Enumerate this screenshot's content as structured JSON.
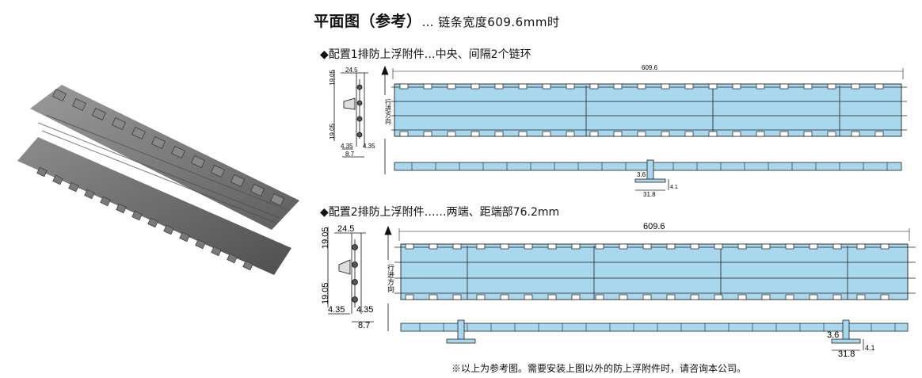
{
  "title": {
    "main": "平面图（参考）",
    "sub": "… 链条宽度609.6mm时"
  },
  "config1": {
    "label": "◆配置1排防上浮附件…中央、间隔2个链环",
    "total_width": "609.6",
    "pitch_top": "19.05",
    "pitch_bottom": "19.05",
    "dim_24_5": "24.5",
    "dim_4_35_left": "4.35",
    "dim_4_35_right": "4.35",
    "dim_8_7": "8.7",
    "direction": "行进方向",
    "tab_thickness": "3.6",
    "tab_width": "31.8",
    "tab_height": "4.1"
  },
  "config2": {
    "label": "◆配置2排防上浮附件……两端、距端部76.2mm",
    "total_width": "609.6",
    "pitch_top": "19.05",
    "pitch_bottom": "19.05",
    "dim_24_5": "24.5",
    "dim_4_35_left": "4.35",
    "dim_4_35_right": "4.35",
    "dim_8_7": "8.7",
    "direction": "行进方向",
    "tab_thickness": "3.6",
    "tab_width": "31.8",
    "tab_height": "4.1"
  },
  "footnote": "※以上为参考图。需要安装上图以外的防上浮附件时，请咨询本公司。",
  "colors": {
    "belt_fill": "#a9d8ee",
    "belt_stroke": "#1f1f1f",
    "photo_gray": "#6f6f6f"
  }
}
